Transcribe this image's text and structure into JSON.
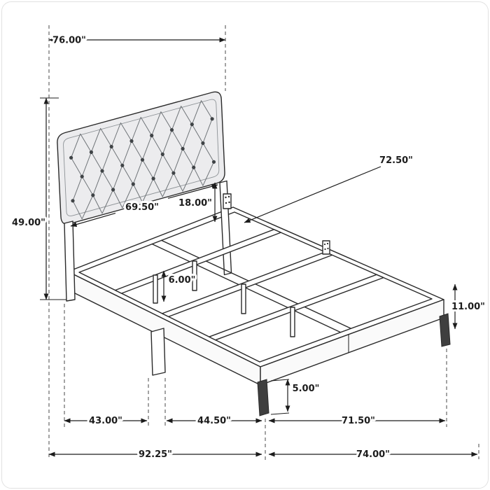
{
  "diagram": {
    "subject": "tufted-headboard-bed-dimension-drawing"
  },
  "colors": {
    "line": "#2a2a2a",
    "fabric": "#ececee",
    "button": "#3f4346",
    "leg": "#3f3f3f",
    "dash": "#4a4a4a",
    "background": "#ffffff",
    "photo_border": "#e2e2e2"
  },
  "dimensions": {
    "overall_width": {
      "label": "76.00\"",
      "value_in": 76.0
    },
    "interior_length": {
      "label": "72.50\"",
      "value_in": 72.5
    },
    "headboard_width": {
      "label": "69.50\"",
      "value_in": 69.5
    },
    "headboard_to_rail": {
      "label": "18.00\"",
      "value_in": 18.0
    },
    "headboard_height": {
      "label": "49.00\"",
      "value_in": 49.0
    },
    "slat_leg_height": {
      "label": "6.00\"",
      "value_in": 6.0
    },
    "rail_height": {
      "label": "11.00\"",
      "value_in": 11.0
    },
    "foot_leg_height": {
      "label": "5.00\"",
      "value_in": 5.0
    },
    "span_head_to_mid_leg": {
      "label": "43.00\"",
      "value_in": 43.0
    },
    "span_mid_to_center_leg": {
      "label": "44.50\"",
      "value_in": 44.5
    },
    "span_center_leg_to_foot": {
      "label": "71.50\"",
      "value_in": 71.5
    },
    "overall_length_head_section": {
      "label": "92.25\"",
      "value_in": 92.25
    },
    "overall_length_foot_section": {
      "label": "74.00\"",
      "value_in": 74.0
    }
  }
}
